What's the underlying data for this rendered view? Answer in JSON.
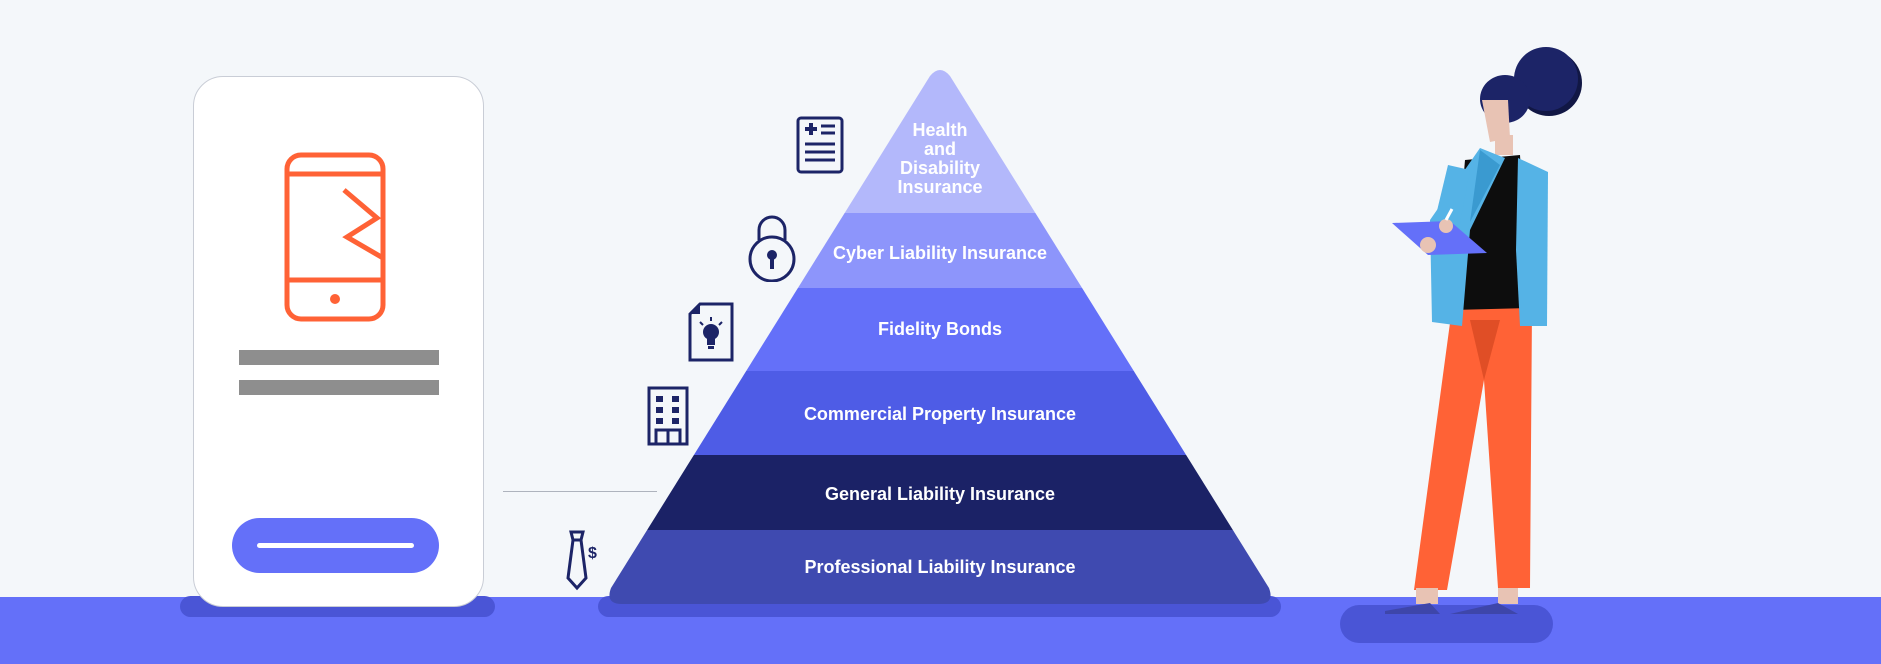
{
  "colors": {
    "background": "#f4f7fa",
    "floor": "#6470f9",
    "accent_orange": "#ff6236",
    "icon_navy": "#1c2467",
    "pyramid_layers": [
      "#b3b8fb",
      "#8d95fb",
      "#6470f9",
      "#4e5ce6",
      "#1b2266",
      "#3f4ab0"
    ]
  },
  "phone_card": {
    "icon": "broken-phone-icon",
    "button_icon": "button-bar"
  },
  "pyramid": {
    "layers": [
      {
        "label": "Health and Disability Insurance",
        "label_lines": [
          "Health",
          "and",
          "Disability",
          "Insurance"
        ],
        "icon": "medical-document-icon"
      },
      {
        "label": "Cyber Liability Insurance",
        "icon": "padlock-icon"
      },
      {
        "label": "Fidelity Bonds",
        "icon": "lightbulb-document-icon"
      },
      {
        "label": "Commercial Property Insurance",
        "icon": "building-icon"
      },
      {
        "label": "General Liability Insurance",
        "icon": "none"
      },
      {
        "label": "Professional Liability Insurance",
        "icon": "tie-dollar-icon"
      }
    ]
  },
  "person": {
    "icon": "woman-with-clipboard-illustration"
  }
}
